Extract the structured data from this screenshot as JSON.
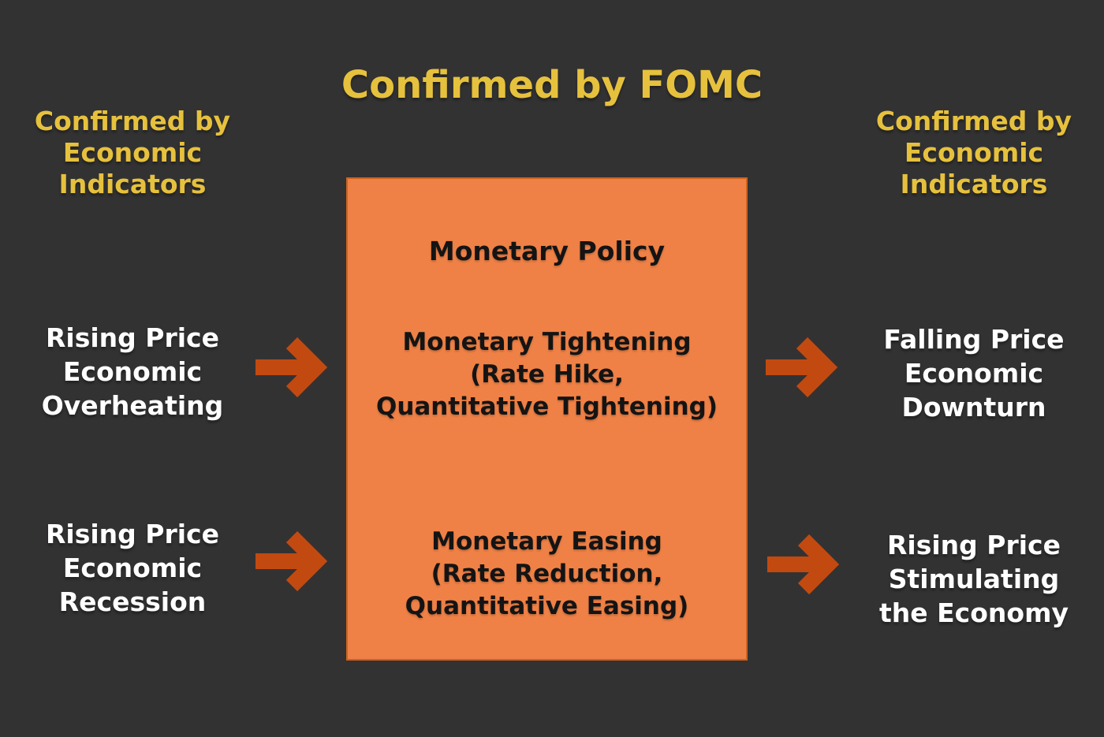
{
  "title": "Confirmed by FOMC",
  "side_headers": {
    "left": "Confirmed by\nEconomic\nIndicators",
    "right": "Confirmed by\nEconomic\nIndicators"
  },
  "policy_box": {
    "title": "Monetary Policy",
    "tightening": "Monetary Tightening\n(Rate Hike,\nQuantitative Tightening)",
    "easing": "Monetary Easing\n(Rate Reduction,\nQuantitative Easing)"
  },
  "indicators": {
    "left_top": "Rising Price\nEconomic\nOverheating",
    "left_bottom": "Rising Price\nEconomic\nRecession",
    "right_top": "Falling Price\nEconomic\nDownturn",
    "right_bottom": "Rising Price\nStimulating\nthe Economy"
  },
  "icons": {
    "arrow": "right-arrow"
  },
  "colors": {
    "background": "#333233",
    "accent_yellow": "#E6C13D",
    "box_fill": "#EF8146",
    "box_border": "#CB641F",
    "arrow": "#C24A10",
    "label_white": "#FFFFFF",
    "box_text": "#141414"
  }
}
